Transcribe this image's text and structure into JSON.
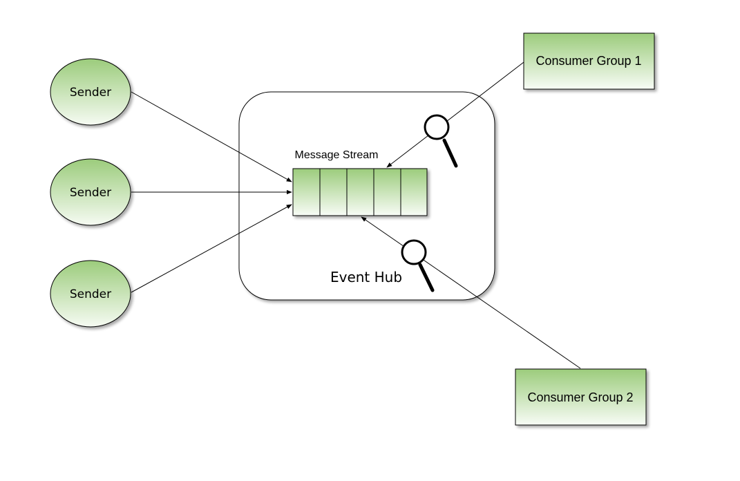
{
  "diagram": {
    "senders": [
      {
        "label": "Sender"
      },
      {
        "label": "Sender"
      },
      {
        "label": "Sender"
      }
    ],
    "event_hub": {
      "label": "Event Hub"
    },
    "message_stream": {
      "label": "Message Stream",
      "partition_count": 5
    },
    "consumer_groups": [
      {
        "label": "Consumer Group 1"
      },
      {
        "label": "Consumer Group 2"
      }
    ],
    "colors": {
      "node_fill_top": "#9ccc7c",
      "node_fill_bottom": "#ffffff",
      "stroke": "#000000",
      "background": "#ffffff"
    }
  }
}
